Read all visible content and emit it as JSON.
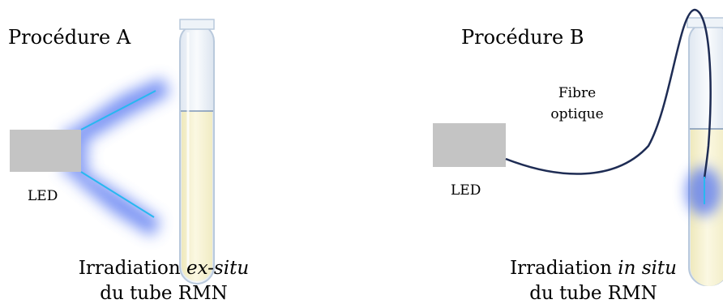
{
  "procedure_a": {
    "title": "Procédure A",
    "led_label": "LED",
    "caption_line1_plain": "Irradiation ",
    "caption_line1_italic": "ex-situ",
    "caption_line2": "du tube RMN"
  },
  "procedure_b": {
    "title": "Procédure B",
    "fiber_label_line1": "Fibre",
    "fiber_label_line2": "optique",
    "led_label": "LED",
    "caption_line1_plain": "Irradiation ",
    "caption_line1_italic": "in situ",
    "caption_line2": "du tube RMN"
  },
  "colors": {
    "led_gray": "#c4c4c4",
    "light_blue": "#27b8f0",
    "glow_blue": "#4a6cf0",
    "fiber_navy": "#1e2c54",
    "liquid_yellow": "#f7f2cc",
    "tube_outline": "#b9c9dc"
  }
}
